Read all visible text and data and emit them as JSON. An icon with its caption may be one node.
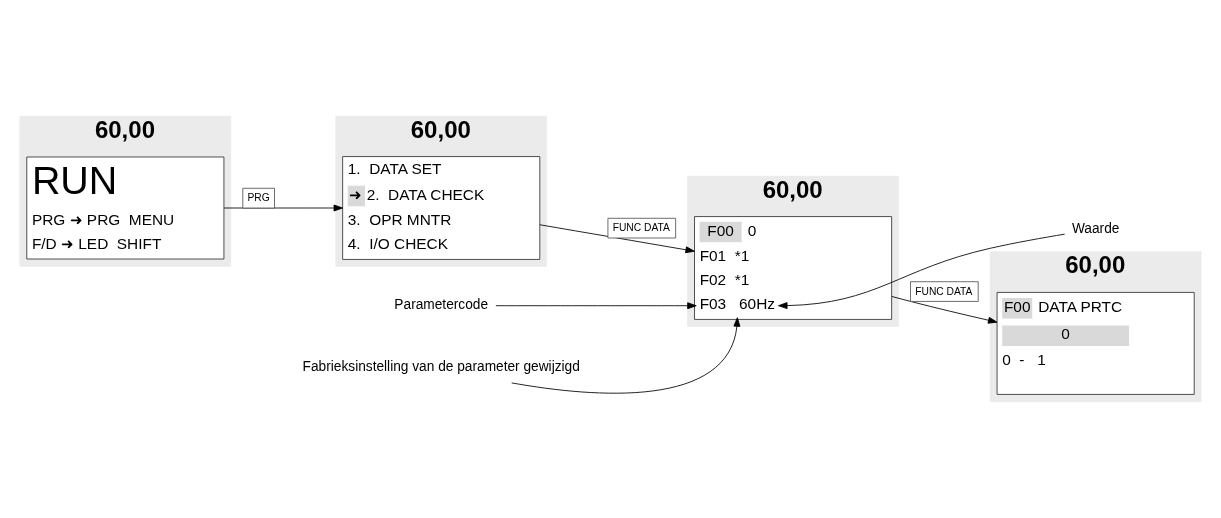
{
  "diagram": {
    "nodes": [
      {
        "text": [
          "60,00"
        ]
      },
      {
        "text": [
          "RUN",
          "PRG ➜ PRG  MENU",
          "F/D ➜ LED  SHIFT"
        ],
        "in": 0
      },
      {
        "text": [
          "60,00"
        ]
      },
      {
        "text": [
          "1.  DATA SET",
          "➜ 2.  DATA CHECK",
          "3.  OPR MNTR",
          "4.  I/O CHECK"
        ],
        "in": 2
      },
      {
        "text": [
          "60,00"
        ]
      },
      {
        "text": [
          "F00  0",
          "F01  *1",
          "F02  *1",
          "F03   60Hz"
        ],
        "in": 4
      },
      {
        "text": [
          "Waarde"
        ]
      },
      {
        "text": [
          "Parametercode"
        ]
      },
      {
        "text": [
          "Fabrieksinstelling van de parameter gewijzigd"
        ]
      },
      {
        "text": [
          "60,00"
        ]
      },
      {
        "text": [
          "F00  DATA PRTC",
          "0",
          "0  -   1"
        ],
        "in": 9
      }
    ],
    "edges": [
      {
        "from": 1,
        "to": 3,
        "arrow": "to",
        "label": "PRG"
      },
      {
        "from": 3,
        "to": 5,
        "arrow": "to",
        "label": "FUNC DATA"
      },
      {
        "from": 5,
        "to": 10,
        "arrow": "to",
        "label": "FUNC DATA"
      },
      {
        "from": 6,
        "to": 5,
        "arrow": "to"
      },
      {
        "from": 7,
        "to": 5,
        "arrow": "to"
      },
      {
        "from": 8,
        "to": 5,
        "arrow": "to"
      }
    ]
  }
}
